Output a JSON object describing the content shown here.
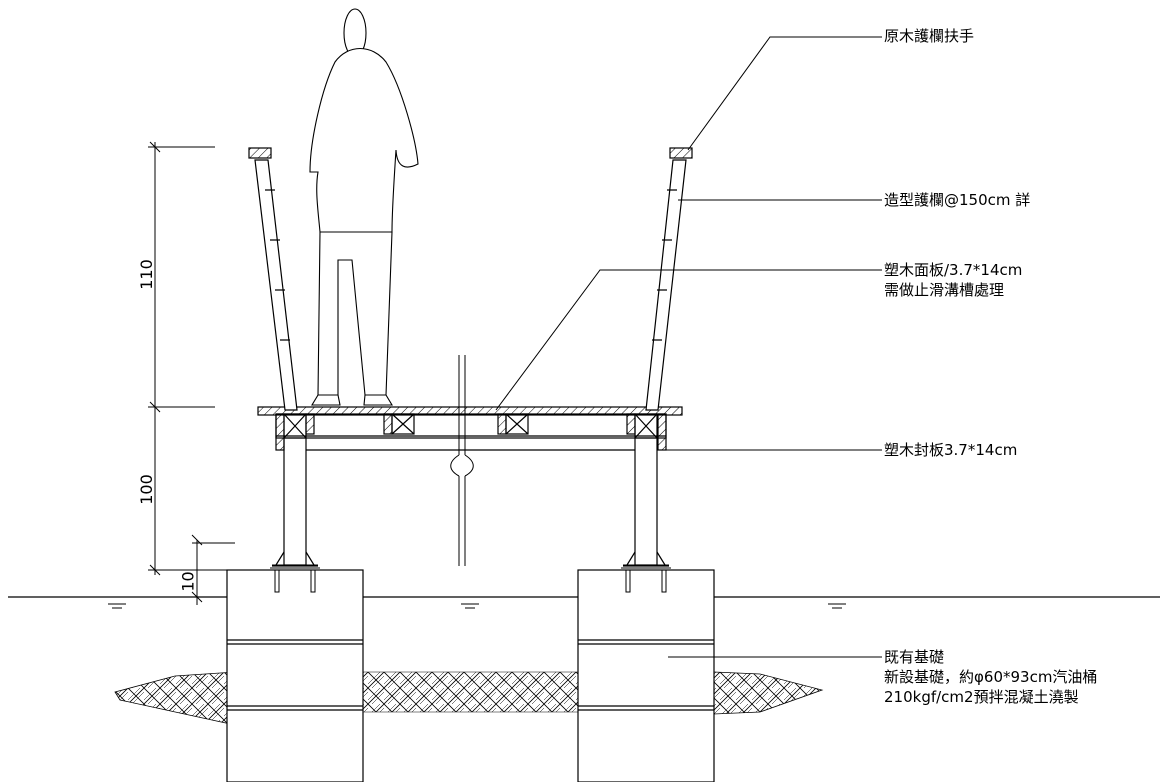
{
  "annotations": {
    "handrail": "原木護欄扶手",
    "guardrail": "造型護欄@150cm 詳",
    "deck_board_line1": "塑木面板/3.7*14cm",
    "deck_board_line2": "需做止滑溝槽處理",
    "fascia_board": "塑木封板3.7*14cm",
    "foundation_line1": "既有基礎",
    "foundation_line2": "新設基礎，約φ60*93cm汽油桶",
    "foundation_line3": "210kgf/cm2預拌混凝土澆製"
  },
  "dimensions": {
    "railing_height": "110",
    "deck_height": "100",
    "base_height": "10"
  },
  "colors": {
    "line": "#000000",
    "background": "#ffffff"
  }
}
